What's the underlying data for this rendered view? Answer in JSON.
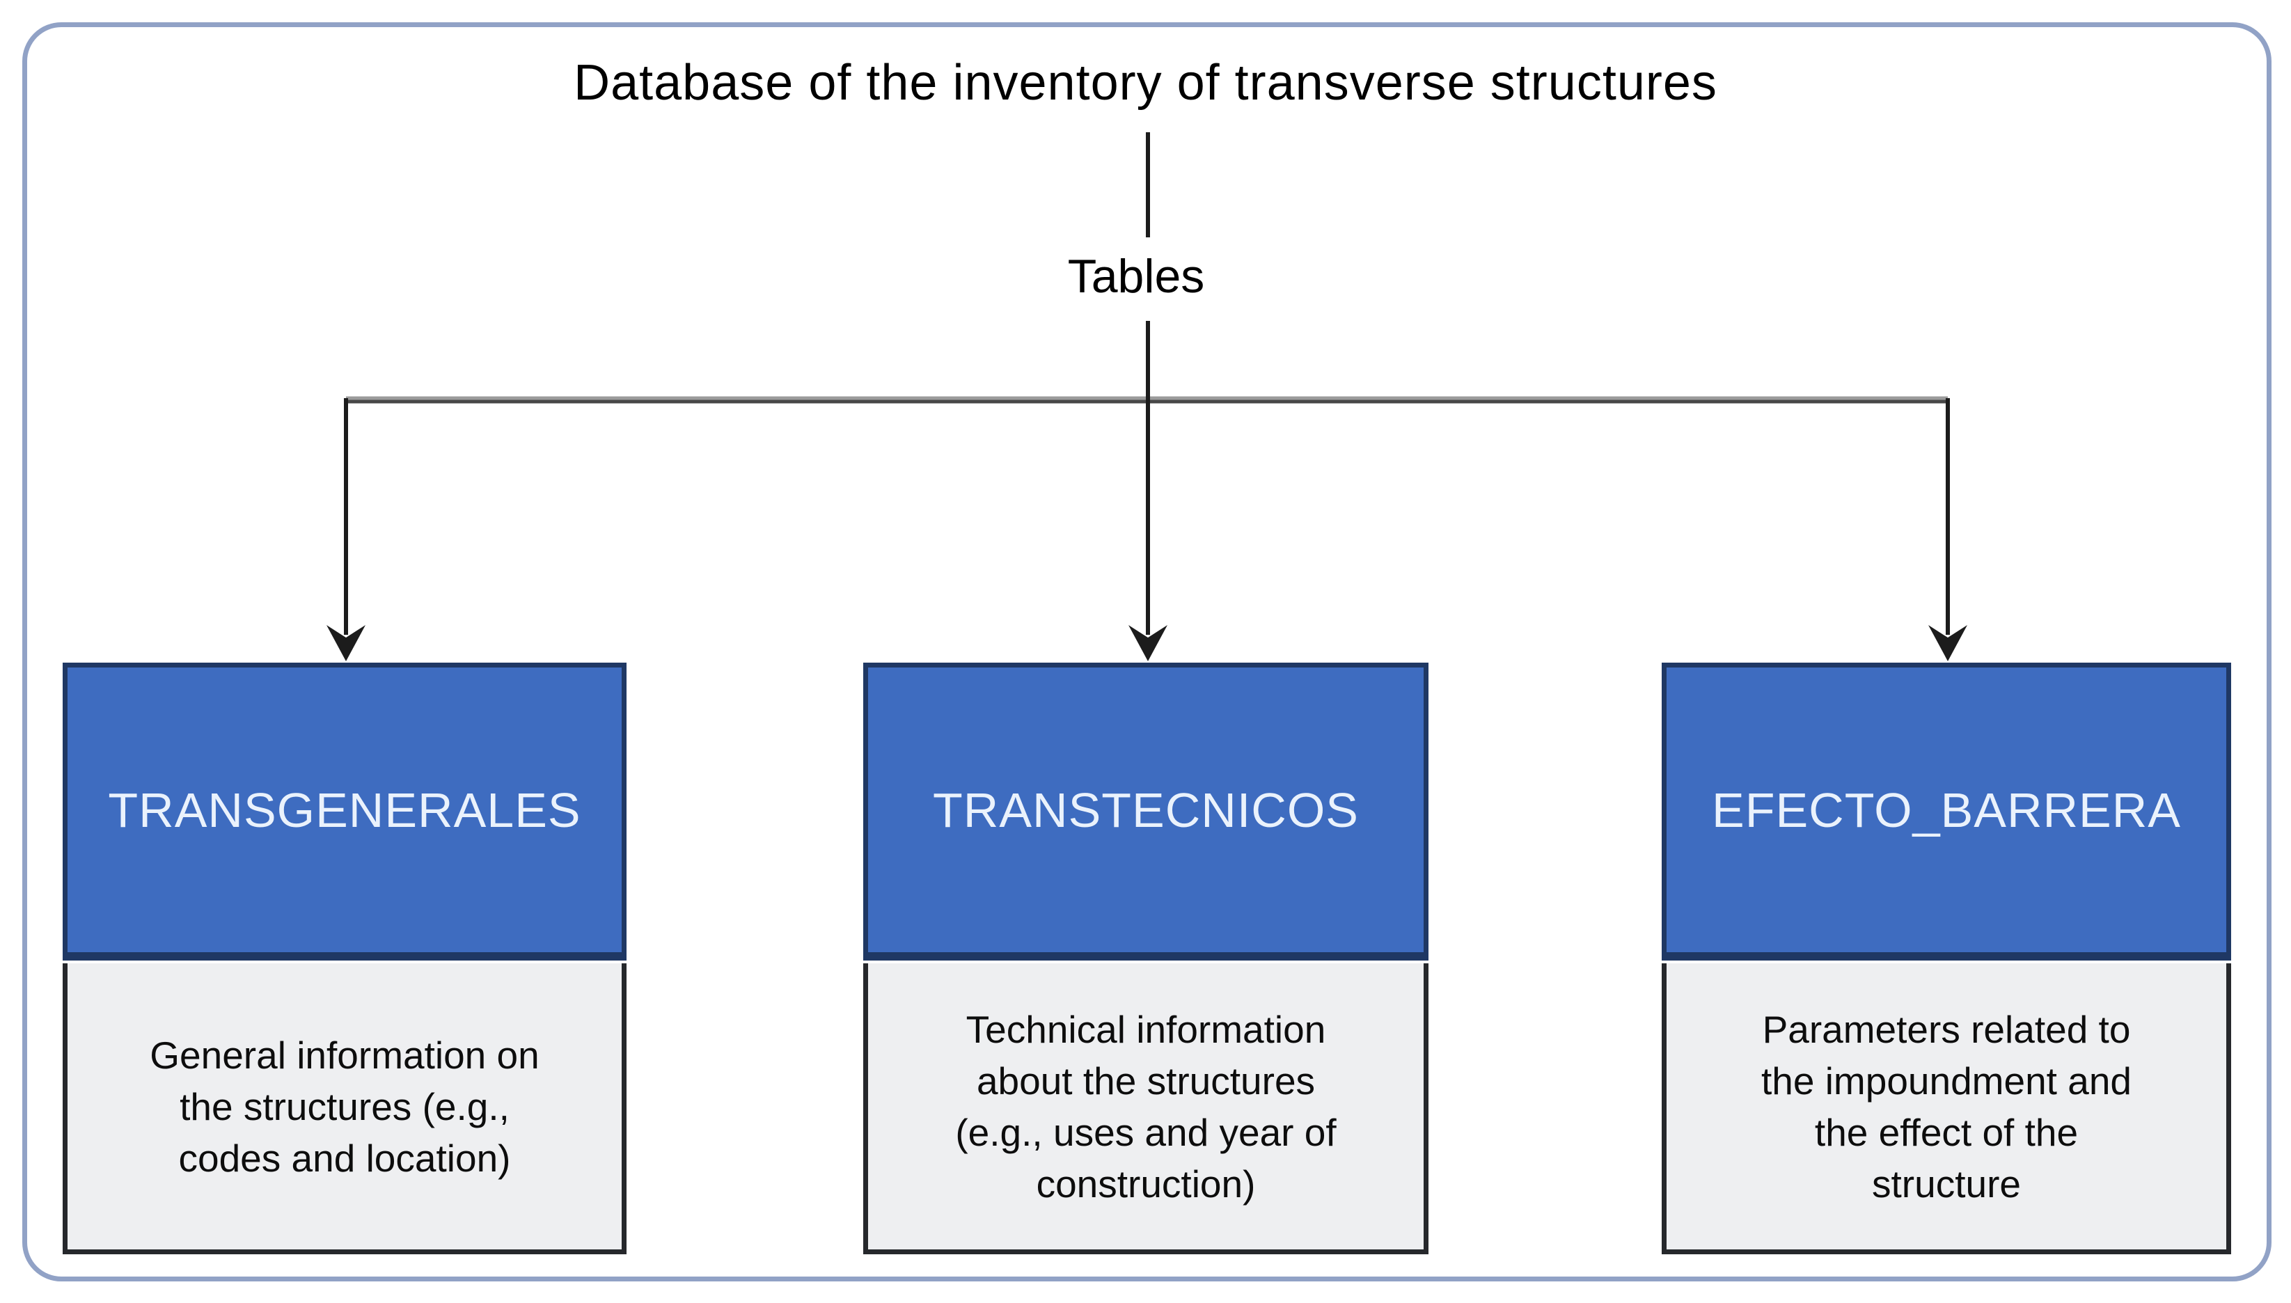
{
  "diagram": {
    "title": "Database of the inventory of transverse structures",
    "branch_label": "Tables",
    "tables": [
      {
        "name": "TRANSGENERALES",
        "description": "General information on the structures (e.g., codes and location)",
        "description_lines": [
          "General information on",
          "the structures (e.g.,",
          "codes and location)"
        ]
      },
      {
        "name": "TRANSTECNICOS",
        "description": "Technical information about the structures (e.g., uses and year of construction)",
        "description_lines": [
          "Technical information",
          "about the structures",
          "(e.g., uses and year of",
          "construction)"
        ]
      },
      {
        "name": "EFECTO_BARRERA",
        "description": "Parameters related to the impoundment and the effect of the structure",
        "description_lines": [
          "Parameters related to",
          "the impoundment and",
          "the effect of the",
          "structure"
        ]
      }
    ],
    "colors": {
      "header_fill": "#3e6cc0",
      "header_border": "#1f3864",
      "header_text": "#eaf2fc",
      "body_fill": "#eeeff1",
      "body_border": "#26282c",
      "outer_border": "#91a2c6",
      "connector_dark": "#1c1c1c",
      "connector_gray": "#9b9b9b",
      "connector_gray_dark": "#474747"
    }
  }
}
